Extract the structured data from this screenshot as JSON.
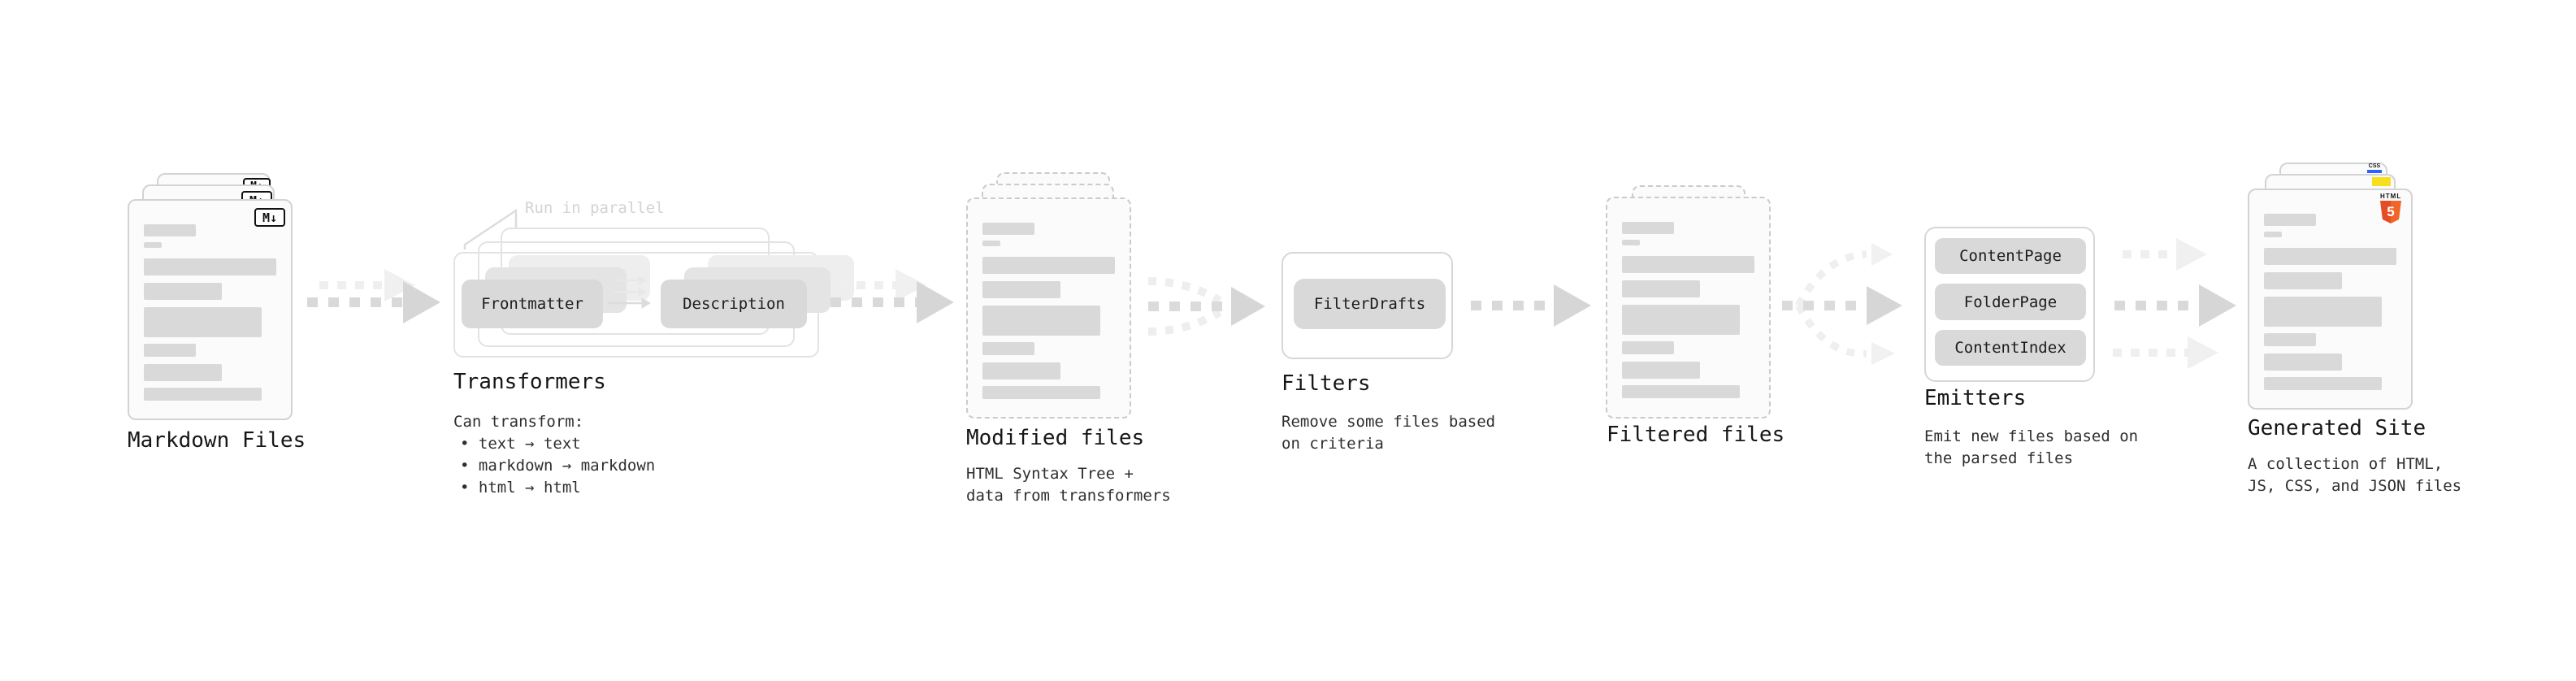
{
  "diagram": {
    "stages": {
      "markdown_files": {
        "title": "Markdown Files",
        "badge": "M↓"
      },
      "transformers": {
        "annotation": "Run in parallel",
        "source_node": "Frontmatter",
        "target_node": "Description",
        "title": "Transformers",
        "heading": "Can transform:",
        "bullets": [
          "• text → text",
          "• markdown → markdown",
          "• html → html"
        ]
      },
      "modified_files": {
        "title": "Modified files",
        "subtitle": "HTML Syntax Tree +\ndata from transformers"
      },
      "filters": {
        "title": "Filters",
        "node": "FilterDrafts",
        "subtitle": "Remove some files based\non criteria"
      },
      "filtered_files": {
        "title": "Filtered files"
      },
      "emitters": {
        "title": "Emitters",
        "nodes": [
          "ContentPage",
          "FolderPage",
          "ContentIndex"
        ],
        "subtitle": "Emit new files based on\nthe parsed files"
      },
      "generated_site": {
        "title": "Generated Site",
        "subtitle": "A collection of HTML,\nJS, CSS, and JSON files",
        "html5_badge_text": "HTML",
        "html5_badge_number": "5",
        "css_badge_text": "CSS"
      }
    },
    "colors": {
      "badge_black": "#111111",
      "html5_orange": "#e44d26",
      "html5_orange_light": "#f16529",
      "js_yellow": "#f7df1e",
      "css_blue": "#2962ff"
    }
  }
}
